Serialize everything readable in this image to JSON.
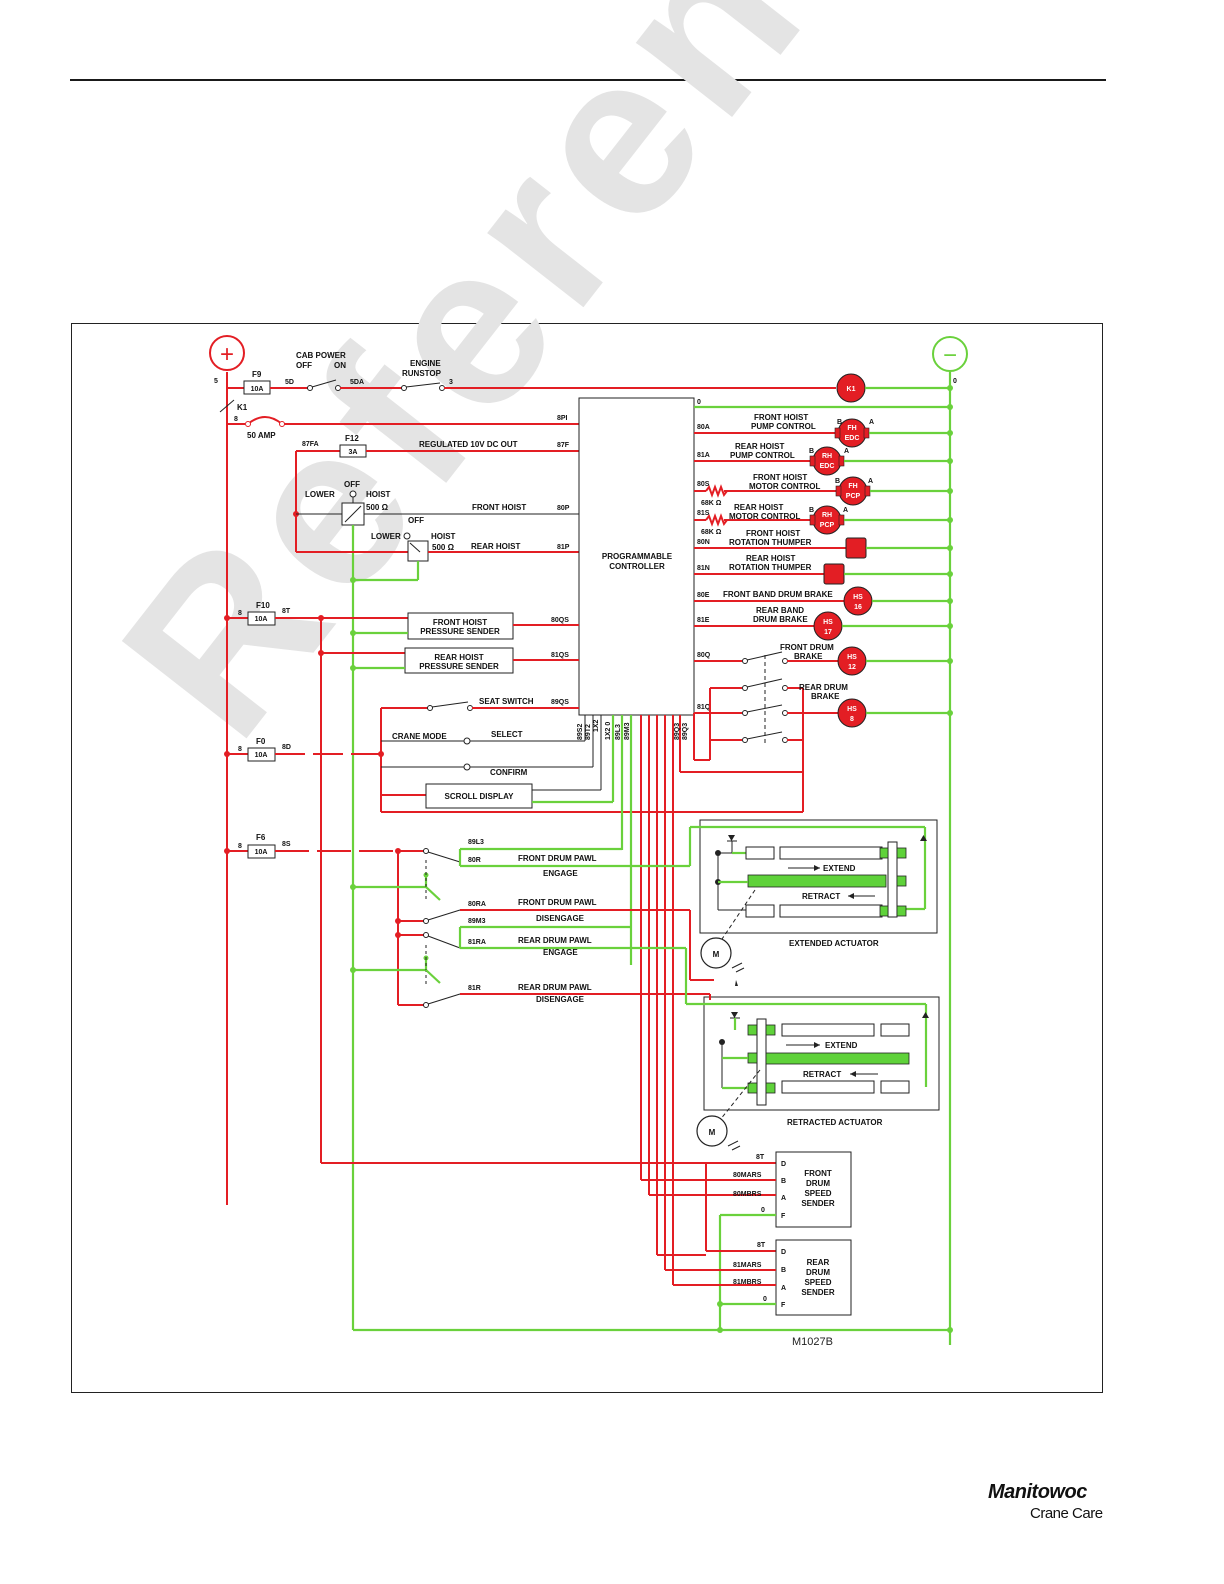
{
  "watermark": "Reference Only",
  "figure_id": "M1027B",
  "logo": {
    "brand": "Manitowoc",
    "sub": "Crane Care"
  },
  "power": {
    "positive": "+",
    "negative": "−"
  },
  "fuses": {
    "f9": "F9",
    "f9_rating": "10A",
    "f12": "F12",
    "f12_rating": "3A",
    "f10": "F10",
    "f10_rating": "10A",
    "f0": "F0",
    "f0_rating": "10A",
    "f6": "F6",
    "f6_rating": "10A",
    "k1_relay": "K1",
    "amp50": "50 AMP"
  },
  "wires": {
    "w5": "5",
    "w5d": "5D",
    "w5da": "5DA",
    "w3": "3",
    "w0": "0",
    "w8": "8",
    "w8pi": "8PI",
    "w87fa": "87FA",
    "w87f": "87F",
    "w80p": "80P",
    "w81p": "81P",
    "w8t": "8T",
    "w80qs": "80QS",
    "w81qs": "81QS",
    "w89qs": "89QS",
    "w8d": "8D",
    "w8s": "8S",
    "w80a": "80A",
    "w81a": "81A",
    "w80s": "80S",
    "w81s": "81S",
    "w80n": "80N",
    "w81n": "81N",
    "w80e": "80E",
    "w81e": "81E",
    "w80q": "80Q",
    "w81q": "81Q",
    "w89l3": "89L3",
    "w80r": "80R",
    "w80ra": "80RA",
    "w89m3": "89M3",
    "w81ra": "81RA",
    "w81r": "81R",
    "w80mars": "80MARS",
    "w80mbrs": "80MBRS",
    "w81mars": "81MARS",
    "w81mbrs": "81MBRS",
    "bottom_wires": [
      "89S2",
      "89T2",
      "1X2",
      "1X2 0",
      "89L3",
      "89M3",
      "89Q3",
      "89Q3"
    ]
  },
  "labels": {
    "cab_power": "CAB POWER",
    "off": "OFF",
    "on": "ON",
    "engine": "ENGINE",
    "runstop": "RUNSTOP",
    "regulated": "REGULATED 10V DC OUT",
    "lower": "LOWER",
    "hoist": "HOIST",
    "ohm500": "500 Ω",
    "front_hoist": "FRONT HOIST",
    "rear_hoist": "REAR HOIST",
    "controller_1": "PROGRAMMABLE",
    "controller_2": "CONTROLLER",
    "fh_pressure_1": "FRONT HOIST",
    "fh_pressure_2": "PRESSURE SENDER",
    "rh_pressure_1": "REAR HOIST",
    "rh_pressure_2": "PRESSURE SENDER",
    "seat_switch": "SEAT SWITCH",
    "crane_mode": "CRANE MODE",
    "select": "SELECT",
    "confirm": "CONFIRM",
    "scroll_display": "SCROLL DISPLAY",
    "fhpc_1": "FRONT HOIST",
    "fhpc_2": "PUMP CONTROL",
    "rhpc_1": "REAR HOIST",
    "rhpc_2": "PUMP CONTROL",
    "fhmc_1": "FRONT HOIST",
    "fhmc_2": "MOTOR CONTROL",
    "rhmc_1": "REAR HOIST",
    "rhmc_2": "MOTOR CONTROL",
    "k68": "68K Ω",
    "fhrt_1": "FRONT HOIST",
    "fhrt_2": "ROTATION THUMPER",
    "rhrt_1": "REAR HOIST",
    "rhrt_2": "ROTATION THUMPER",
    "fbdb": "FRONT BAND DRUM BRAKE",
    "rbdb_1": "REAR BAND",
    "rbdb_2": "DRUM BRAKE",
    "fdb_1": "FRONT DRUM",
    "fdb_2": "BRAKE",
    "rdb_1": "REAR DRUM",
    "rdb_2": "BRAKE",
    "fdpe_1": "FRONT DRUM PAWL",
    "fdpe_2": "ENGAGE",
    "fdpd_1": "FRONT DRUM PAWL",
    "fdpd_2": "DISENGAGE",
    "rdpe_1": "REAR DRUM PAWL",
    "rdpe_2": "ENGAGE",
    "rdpd_1": "REAR DRUM PAWL",
    "rdpd_2": "DISENGAGE",
    "extend": "EXTEND",
    "retract": "RETRACT",
    "extended_actuator": "EXTENDED ACTUATOR",
    "retracted_actuator": "RETRACTED ACTUATOR",
    "motor": "M",
    "fdss_1": "FRONT",
    "fdss_2": "DRUM",
    "fdss_3": "SPEED",
    "fdss_4": "SENDER",
    "rdss_1": "REAR",
    "rdss_2": "DRUM",
    "rdss_3": "SPEED",
    "rdss_4": "SENDER",
    "pin_d": "D",
    "pin_b": "B",
    "pin_a": "A",
    "pin_f": "F"
  },
  "components": {
    "k1": "K1",
    "fh_edc_1": "FH",
    "fh_edc_2": "EDC",
    "rh_edc_1": "RH",
    "rh_edc_2": "EDC",
    "fh_pcp_1": "FH",
    "fh_pcp_2": "PCP",
    "rh_pcp_1": "RH",
    "rh_pcp_2": "PCP",
    "hs16_1": "HS",
    "hs16_2": "16",
    "hs17_1": "HS",
    "hs17_2": "17",
    "hs12_1": "HS",
    "hs12_2": "12",
    "hs8_1": "HS",
    "hs8_2": "8",
    "pin_b": "B",
    "pin_a": "A"
  },
  "colors": {
    "positive": "#e31e24",
    "ground": "#6ad13c",
    "outline": "#222222"
  }
}
